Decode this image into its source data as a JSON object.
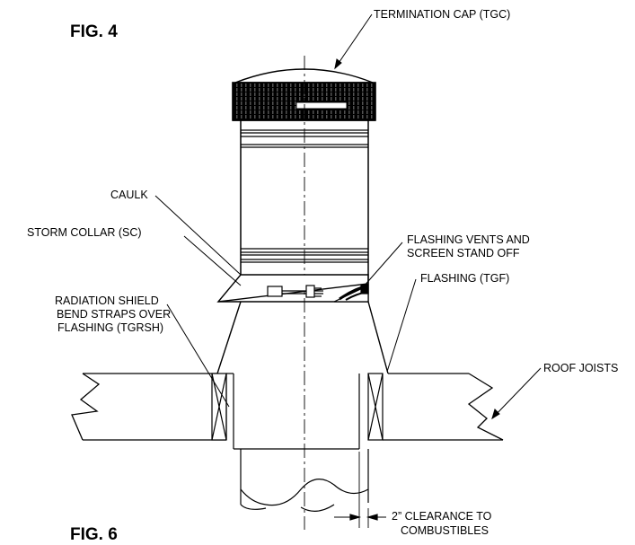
{
  "figures": {
    "fig4": "FIG. 4",
    "fig6": "FIG. 6"
  },
  "labels": {
    "termination_cap": "TERMINATION CAP (TGC)",
    "caulk": "CAULK",
    "storm_collar": "STORM COLLAR (SC)",
    "flashing_vents_1": "FLASHING VENTS AND",
    "flashing_vents_2": "SCREEN STAND OFF",
    "radiation_shield_1": "RADIATION SHIELD",
    "radiation_shield_2": "BEND STRAPS OVER",
    "radiation_shield_3": "FLASHING (TGRSH)",
    "flashing": "FLASHING (TGF)",
    "roof_joists": "ROOF JOISTS",
    "clearance_1": "2” CLEARANCE TO",
    "clearance_2": "COMBUSTIBLES"
  }
}
